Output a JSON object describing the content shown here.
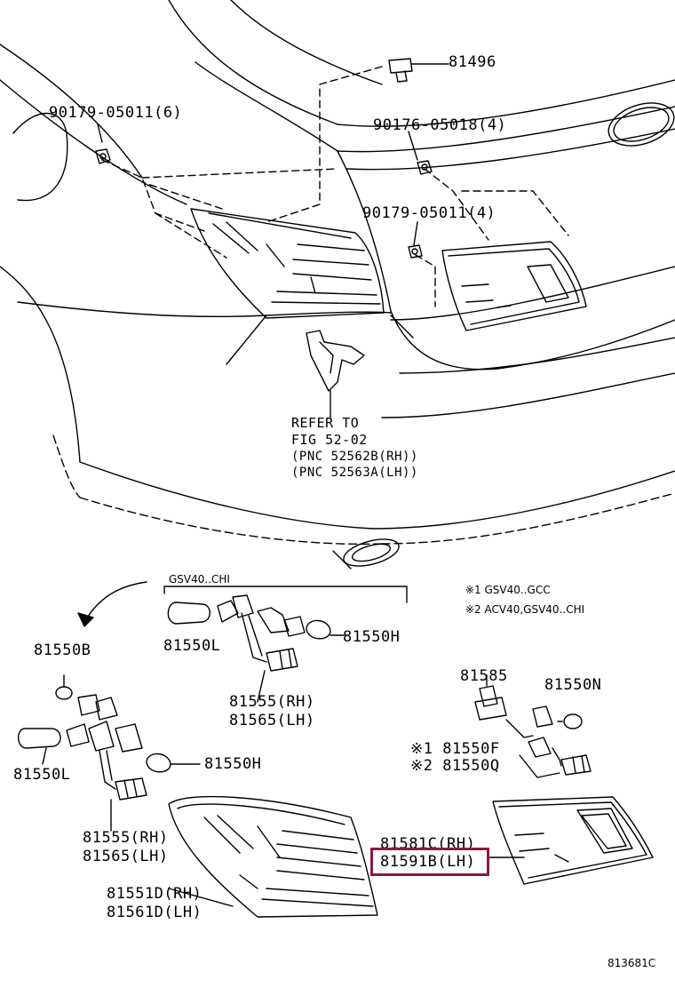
{
  "labels": {
    "p81496": "81496",
    "p90179_6": "90179-05011(6)",
    "p90176_4": "90176-05018(4)",
    "p90179_4": "90179-05011(4)",
    "refer_line1": "REFER TO",
    "refer_line2": "FIG 52-02",
    "refer_line3": "(PNC 52562B(RH))",
    "refer_line4": "(PNC 52563A(LH))",
    "gsv_group": "GSV40..CHI",
    "p81550L_top": "81550L",
    "p81550H_top": "81550H",
    "p81555_top": "81555(RH)",
    "p81565_top": "81565(LH)",
    "p81550B": "81550B",
    "p81550L_left": "81550L",
    "p81550H_left": "81550H",
    "p81555_left": "81555(RH)",
    "p81565_left": "81565(LH)",
    "p81551D": "81551D(RH)",
    "p81561D": "81561D(LH)",
    "p81585": "81585",
    "p81550N": "81550N",
    "p81550F": "※1 81550F",
    "p81550Q": "※2 81550Q",
    "p81581C": "81581C(RH)",
    "p81591B": "81591B(LH)",
    "note1": "※1 GSV40..GCC",
    "note2": "※2 ACV40,GSV40..CHI",
    "ref_code": "813681C"
  },
  "colors": {
    "line": "#000000",
    "highlight": "#8b1a3a",
    "background": "#ffffff"
  }
}
